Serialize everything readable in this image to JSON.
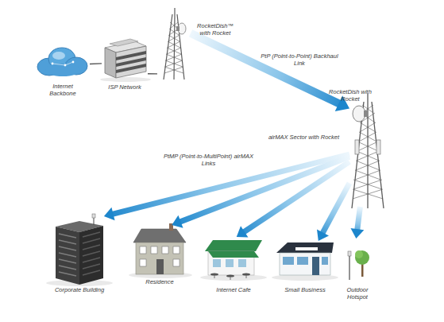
{
  "diagram": {
    "nodes": [
      {
        "text": [
          "Internet Backbone"
        ]
      },
      {
        "text": [
          "ISP Network"
        ]
      },
      {
        "text": [
          "RocketDish™ with Rocket"
        ]
      },
      {
        "text": [
          "RocketDish with Rocket"
        ]
      },
      {
        "text": [
          "Corporate Building"
        ]
      },
      {
        "text": [
          "Residence"
        ]
      },
      {
        "text": [
          "Internet Cafe"
        ]
      },
      {
        "text": [
          "Small Business"
        ]
      },
      {
        "text": [
          "Outdoor Hotspot"
        ]
      }
    ],
    "edges": [
      {
        "from": 0,
        "to": 1,
        "arrow": "none"
      },
      {
        "from": 1,
        "to": 2,
        "arrow": "none"
      },
      {
        "from": 2,
        "to": 3,
        "arrow": "to",
        "label": "PtP (Point-to-Point) Backhaul Link"
      },
      {
        "from": 3,
        "to": 4,
        "arrow": "to"
      },
      {
        "from": 3,
        "to": 5,
        "arrow": "to"
      },
      {
        "from": 3,
        "to": 6,
        "arrow": "to"
      },
      {
        "from": 3,
        "to": 7,
        "arrow": "to"
      },
      {
        "from": 3,
        "to": 8,
        "arrow": "to"
      }
    ],
    "labels": [
      "airMAX Sector with Rocket",
      "PtMP (Point-to-MultiPoint) airMAX Links"
    ]
  }
}
